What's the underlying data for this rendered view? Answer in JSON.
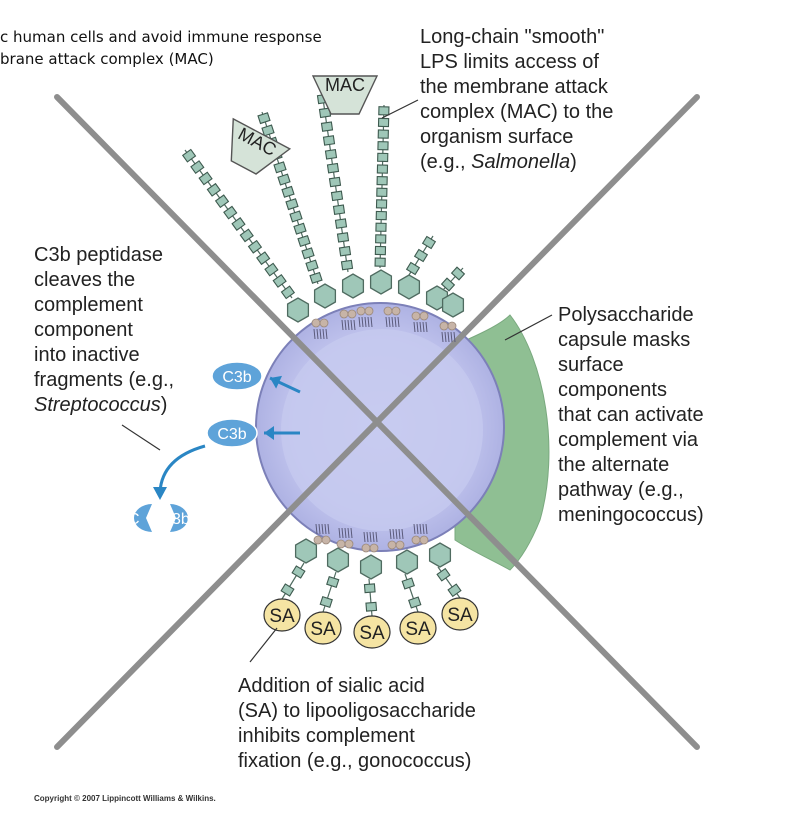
{
  "top_note": {
    "line1": "c human cells and avoid immune response",
    "line2": "brane attack complex (MAC)"
  },
  "labels": {
    "lps": {
      "l1": "Long-chain \"smooth\"",
      "l2": "LPS limits access of",
      "l3": "the membrane attack",
      "l4": "complex (MAC) to the",
      "l5": "organism surface",
      "l6_pre": "(e.g., ",
      "l6_em": "Salmonella",
      "l6_post": ")"
    },
    "c3b_peptidase": {
      "l1": "C3b peptidase",
      "l2": "cleaves the",
      "l3": "complement",
      "l4": "component",
      "l5": "into inactive",
      "l6": "fragments (e.g.,",
      "l7_em": "Streptococcus",
      "l7_post": ")"
    },
    "capsule": {
      "l1": "Polysaccharide",
      "l2": "capsule masks",
      "l3": "surface",
      "l4": "components",
      "l5": "that can activate",
      "l6": "complement via",
      "l7": "the alternate",
      "l8": "pathway (e.g.,",
      "l9": "meningococcus)"
    },
    "sialic": {
      "l1": "Addition of sialic acid",
      "l2": "(SA) to lipooligosaccharide",
      "l3": "inhibits complement",
      "l4": "fixation (e.g., gonococcus)"
    }
  },
  "markers": {
    "mac": "MAC",
    "c3b": "C3b",
    "c3b_frag_left": "C",
    "c3b_frag_right": "3b",
    "sa": "SA"
  },
  "copyright": "Copyright © 2007 Lippincott Williams & Wilkins.",
  "colors": {
    "cell_outer": "#b9bce6",
    "cell_inner": "#c8cbef",
    "capsule": "#8fbf93",
    "cross": "#8e8e8e",
    "hexagon": "#9fc7b8",
    "mac": "#d5e3d8",
    "c3b_blob": "#5ea3d9",
    "arrow": "#2a86c4",
    "sa_circle": "#f5e4a3",
    "bead": "#c7b4a7"
  },
  "icons": [
    "mac-complex-icon",
    "c3b-molecule-icon",
    "sialic-acid-icon",
    "lps-chain-icon"
  ]
}
